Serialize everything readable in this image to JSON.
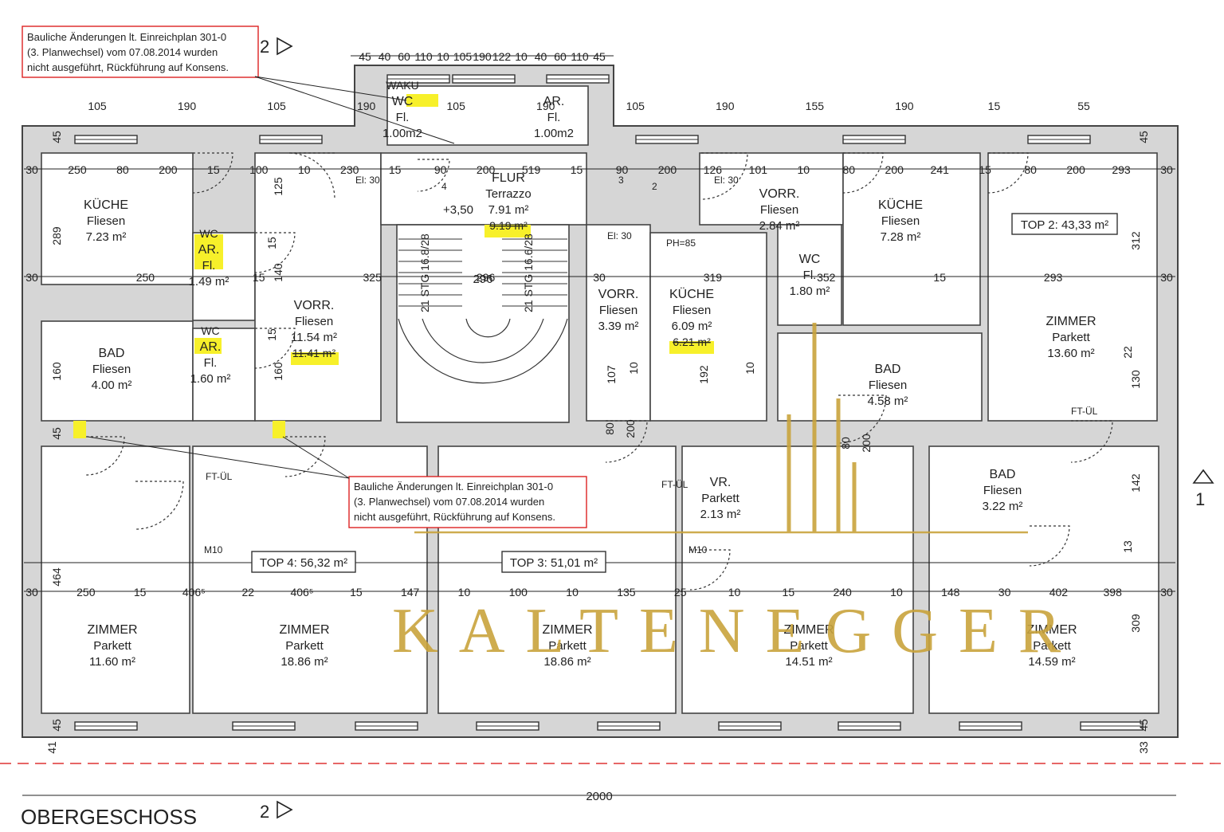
{
  "notes": [
    {
      "lines": [
        "Bauliche Änderungen lt. Einreichplan 301-0",
        "(3. Planwechsel) vom 07.08.2014 wurden",
        "nicht ausgeführt, Rückführung auf Konsens."
      ]
    },
    {
      "lines": [
        "Bauliche Änderungen lt. Einreichplan 301-0",
        "(3. Planwechsel) vom 07.08.2014 wurden",
        "nicht ausgeführt, Rückführung auf Konsens."
      ]
    }
  ],
  "section_marks": {
    "top": "2",
    "bottom": "2",
    "right": "1"
  },
  "floor_label": "OBERGESCHOSS",
  "overall_dimension": "2000",
  "watermark": "KALTENEGGER",
  "tops": [
    {
      "label": "TOP 2: 43,33 m²"
    },
    {
      "label": "TOP 4: 56,32 m²"
    },
    {
      "label": "TOP 3: 51,01 m²"
    }
  ],
  "rooms": [
    {
      "name": "WC",
      "tag": "WAKU",
      "floor": "Fl.",
      "area": "1.00m2"
    },
    {
      "name": "AR.",
      "floor": "Fl.",
      "area": "1.00m2"
    },
    {
      "name": "FLUR",
      "floor": "Terrazzo",
      "area": "7.91 m²",
      "old_area": "9.19 m²"
    },
    {
      "name": "KÜCHE",
      "floor": "Fliesen",
      "area": "7.23 m²"
    },
    {
      "name": "AR.",
      "tag": "WC",
      "floor": "Fl.",
      "area": "1.49 m²"
    },
    {
      "name": "VORR.",
      "floor": "Fliesen",
      "area": "11.54 m²",
      "old_area": "11.41 m²"
    },
    {
      "name": "BAD",
      "floor": "Fliesen",
      "area": "4.00 m²"
    },
    {
      "name": "AR.",
      "tag": "WC",
      "floor": "Fl.",
      "area": "1.60 m²"
    },
    {
      "name": "VORR.",
      "floor": "Fliesen",
      "area": "3.39 m²"
    },
    {
      "name": "KÜCHE",
      "floor": "Fliesen",
      "area": "6.09 m²",
      "old_area": "6.21 m²"
    },
    {
      "name": "VORR.",
      "floor": "Fliesen",
      "area": "2.84 m²"
    },
    {
      "name": "WC",
      "floor": "Fl.",
      "area": "1.80 m²"
    },
    {
      "name": "KÜCHE",
      "floor": "Fliesen",
      "area": "7.28 m²"
    },
    {
      "name": "ZIMMER",
      "floor": "Parkett",
      "area": "13.60 m²"
    },
    {
      "name": "BAD",
      "floor": "Fliesen",
      "area": "4.58 m²"
    },
    {
      "name": "BAD",
      "floor": "Fliesen",
      "area": "3.22 m²"
    },
    {
      "name": "VR.",
      "floor": "Parkett",
      "area": "2.13 m²"
    },
    {
      "name": "ZIMMER",
      "floor": "Parkett",
      "area": "11.60 m²"
    },
    {
      "name": "ZIMMER",
      "floor": "Parkett",
      "area": "18.86 m²"
    },
    {
      "name": "ZIMMER",
      "floor": "Parkett",
      "area": "18.86 m²"
    },
    {
      "name": "ZIMMER",
      "floor": "Parkett",
      "area": "14.51 m²"
    },
    {
      "name": "ZIMMER",
      "floor": "Parkett",
      "area": "14.59 m²"
    }
  ],
  "stairs": {
    "label_left": "21 STG 16.8/28",
    "label_right": "21 STG 16.6/28",
    "width": "296",
    "level": "+3,50"
  },
  "misc_labels": [
    "FT-ÜL",
    "FT-ÜL",
    "FT-ÜL",
    "M10",
    "M10",
    "PH=85",
    "El: 30",
    "El: 30",
    "El: 30",
    "3",
    "2",
    "4"
  ],
  "dims_top": [
    "45",
    "40",
    "60",
    "110",
    "10",
    "105",
    "190",
    "122",
    "10",
    "40",
    "60",
    "110",
    "45"
  ],
  "dims_row1": [
    "30",
    "250",
    "80",
    "200",
    "15",
    "100",
    "10",
    "230",
    "15",
    "90",
    "200",
    "519",
    "15",
    "90",
    "200",
    "126",
    "101",
    "10",
    "80",
    "200",
    "241",
    "15",
    "80",
    "200",
    "293",
    "30"
  ],
  "dims_row2": [
    "30",
    "250",
    "15",
    "325",
    "296",
    "30",
    "319",
    "352",
    "15",
    "293",
    "30"
  ],
  "dims_row3": [
    "30",
    "250",
    "15",
    "406⁵",
    "22",
    "406⁵",
    "15",
    "147",
    "10",
    "100",
    "10",
    "135",
    "25",
    "10",
    "15",
    "240",
    "10",
    "148",
    "30",
    "402",
    "398",
    "30"
  ],
  "dims_side": [
    "45",
    "289",
    "160",
    "45",
    "464",
    "45",
    "41",
    "45",
    "312",
    "22",
    "130",
    "142",
    "13",
    "309",
    "45",
    "33",
    "125",
    "140",
    "160",
    "15",
    "15",
    "107",
    "10",
    "192",
    "10",
    "80",
    "200",
    "80",
    "200"
  ],
  "dims_windows": [
    "105",
    "190",
    "105",
    "190",
    "105",
    "190",
    "105",
    "190",
    "155",
    "190",
    "15",
    "55"
  ]
}
